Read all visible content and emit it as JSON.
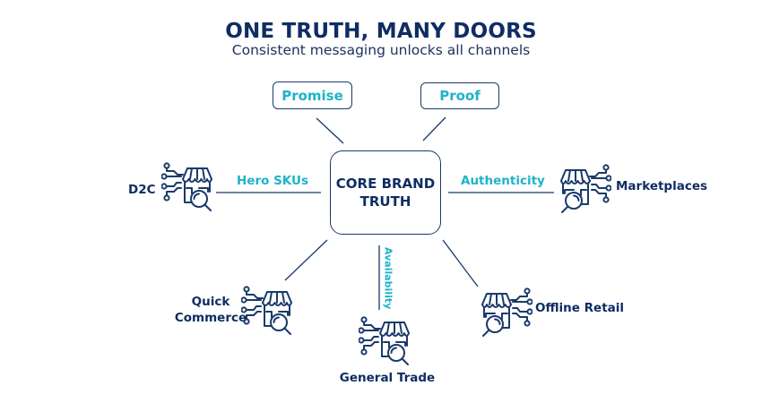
{
  "header": {
    "title": "ONE TRUTH, MANY DOORS",
    "subtitle": "Consistent messaging unlocks all channels"
  },
  "colors": {
    "navy": "#0f2d63",
    "line": "#1a3a6b",
    "teal": "#1fb3c9"
  },
  "core": {
    "line1": "CORE BRAND",
    "line2": "TRUTH"
  },
  "pillars": [
    {
      "label": "Promise"
    },
    {
      "label": "Proof"
    }
  ],
  "edges": {
    "left": "Hero SKUs",
    "right": "Authenticity",
    "bottom": "Availability"
  },
  "channels": {
    "d2c": {
      "label": "D2C",
      "icon": "store-network-search-icon"
    },
    "marketplaces": {
      "label": "Marketplaces",
      "icon": "store-network-search-icon"
    },
    "quick_commerce": {
      "line1": "Quick",
      "line2": "Commerce",
      "icon": "store-network-search-icon"
    },
    "general_trade": {
      "label": "General Trade",
      "icon": "store-network-search-icon"
    },
    "offline_retail": {
      "label": "Offline Retail",
      "icon": "store-network-search-icon"
    }
  }
}
